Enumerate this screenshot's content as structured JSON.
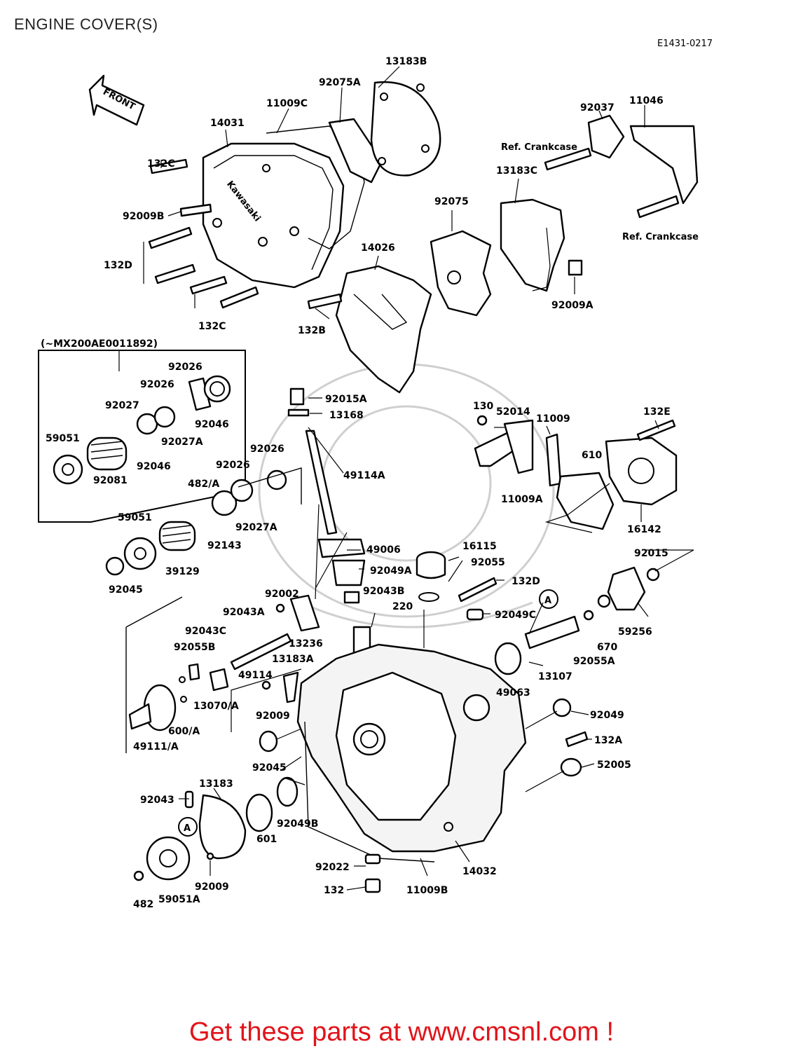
{
  "header": {
    "title": "ENGINE COVER(S)",
    "diagram_code": "E1431-0217"
  },
  "footer": {
    "promo_text": "Get these parts at www.cmsnl.com !"
  },
  "front_marker": "FRONT",
  "serial_note": "(~MX200AE0011892)",
  "ref_labels": {
    "ref_crankcase_1": "Ref. Crankcase",
    "ref_crankcase_2": "Ref. Crankcase"
  },
  "callouts": {
    "c131838": "13183B",
    "c92075a": "92075A",
    "c11009c": "11009C",
    "c14031": "14031",
    "c132c_1": "132C",
    "c920098": "92009B",
    "c132d_1": "132D",
    "c132c_2": "132C",
    "c92037": "92037",
    "c11046": "11046",
    "c13183c": "13183C",
    "c92075": "92075",
    "c14026": "14026",
    "c1328": "132B",
    "c92009a": "92009A",
    "c92026_1": "92026",
    "c92026_2": "92026",
    "c92027": "92027",
    "c92046_1": "92046",
    "c59051_1": "59051",
    "c92027a_1": "92027A",
    "c92046_2": "92046",
    "c92081": "92081",
    "c92026_3": "92026",
    "c92026_4": "92026",
    "c482a": "482/A",
    "c92027a_2": "92027A",
    "c92143": "92143",
    "c59051_2": "59051",
    "c39129": "39129",
    "c92045_1": "92045",
    "c92015a": "92015A",
    "c13168": "13168",
    "c49114a": "49114A",
    "c49006": "49006",
    "c92049a": "92049A",
    "c16115": "16115",
    "c92055": "92055",
    "c92043b": "92043B",
    "c132d_2": "132D",
    "c220": "220",
    "c92002": "92002",
    "c92043a": "92043A",
    "c92043c": "92043C",
    "c92055b": "92055B",
    "c13236": "13236",
    "c13183a": "13183A",
    "c49114": "49114",
    "c13070a": "13070/A",
    "c600a": "600/A",
    "c49111a": "49111/A",
    "c92009_1": "92009",
    "c92045_2": "92045",
    "c92049c": "92049C",
    "c49063": "49063",
    "c13107": "13107",
    "c92055a": "92055A",
    "c670": "670",
    "c59256": "59256",
    "c92015": "92015",
    "c130": "130",
    "c52014": "52014",
    "c11009": "11009",
    "c132e": "132E",
    "c610": "610",
    "c11009a": "11009A",
    "c16142": "16142",
    "c92049": "92049",
    "c132a": "132A",
    "c52005": "52005",
    "c13183": "13183",
    "c92043": "92043",
    "c601": "601",
    "c92049b": "92049B",
    "c92009_2": "92009",
    "c482": "482",
    "c59051a": "59051A",
    "c92022": "92022",
    "c132": "132",
    "c11009b": "11009B",
    "c14032": "14032",
    "marker_a1": "A",
    "marker_a2": "A",
    "logo_text": "Kawasaki"
  }
}
